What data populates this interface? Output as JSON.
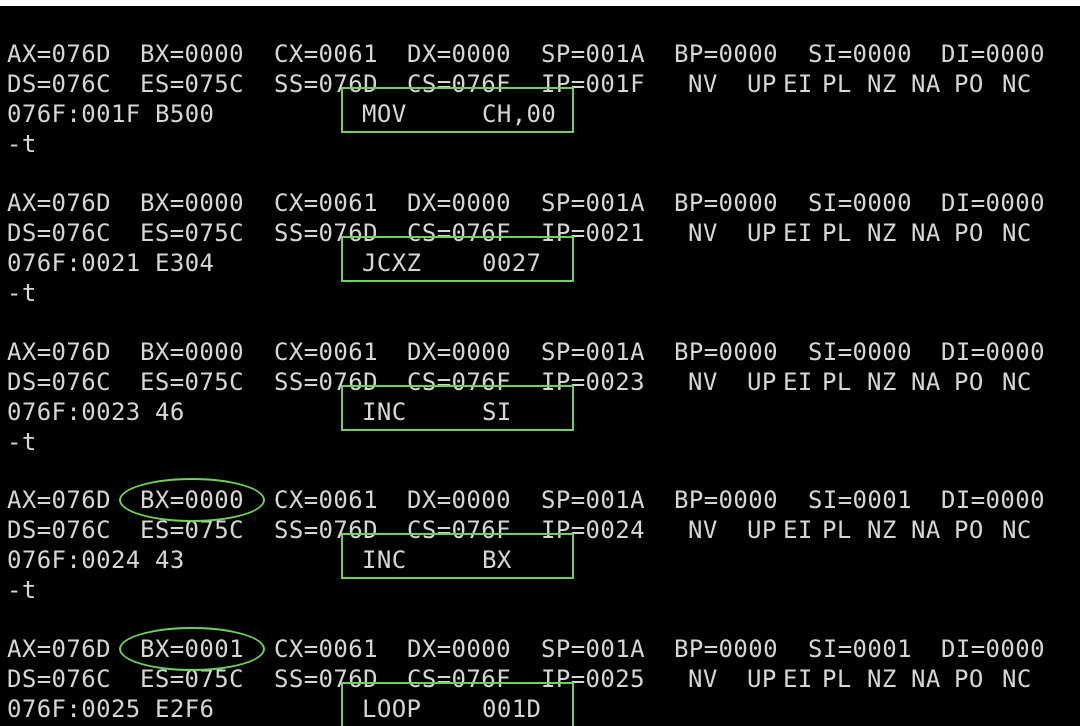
{
  "accent_color": "#6fd05a",
  "blocks": [
    {
      "regs": [
        "AX=076D",
        "BX=0000",
        "CX=0061",
        "DX=0000",
        "SP=001A",
        "BP=0000",
        "SI=0000",
        "DI=0000"
      ],
      "segs": [
        "DS=076C",
        "ES=075C",
        "SS=076D",
        "CS=076F",
        "IP=001F"
      ],
      "flags": [
        "NV",
        "UP",
        "EI",
        "PL",
        "NZ",
        "NA",
        "PO",
        "NC"
      ],
      "address": "076F:001F",
      "bytes": "B500",
      "opcode": "MOV",
      "operand": "CH,00",
      "command": "-t"
    },
    {
      "regs": [
        "AX=076D",
        "BX=0000",
        "CX=0061",
        "DX=0000",
        "SP=001A",
        "BP=0000",
        "SI=0000",
        "DI=0000"
      ],
      "segs": [
        "DS=076C",
        "ES=075C",
        "SS=076D",
        "CS=076F",
        "IP=0021"
      ],
      "flags": [
        "NV",
        "UP",
        "EI",
        "PL",
        "NZ",
        "NA",
        "PO",
        "NC"
      ],
      "address": "076F:0021",
      "bytes": "E304",
      "opcode": "JCXZ",
      "operand": "0027",
      "command": "-t"
    },
    {
      "regs": [
        "AX=076D",
        "BX=0000",
        "CX=0061",
        "DX=0000",
        "SP=001A",
        "BP=0000",
        "SI=0000",
        "DI=0000"
      ],
      "segs": [
        "DS=076C",
        "ES=075C",
        "SS=076D",
        "CS=076F",
        "IP=0023"
      ],
      "flags": [
        "NV",
        "UP",
        "EI",
        "PL",
        "NZ",
        "NA",
        "PO",
        "NC"
      ],
      "address": "076F:0023",
      "bytes": "46",
      "opcode": "INC",
      "operand": "SI",
      "command": "-t"
    },
    {
      "regs": [
        "AX=076D",
        "BX=0000",
        "CX=0061",
        "DX=0000",
        "SP=001A",
        "BP=0000",
        "SI=0001",
        "DI=0000"
      ],
      "segs": [
        "DS=076C",
        "ES=075C",
        "SS=076D",
        "CS=076F",
        "IP=0024"
      ],
      "flags": [
        "NV",
        "UP",
        "EI",
        "PL",
        "NZ",
        "NA",
        "PO",
        "NC"
      ],
      "address": "076F:0024",
      "bytes": "43",
      "opcode": "INC",
      "operand": "BX",
      "command": "-t"
    },
    {
      "regs": [
        "AX=076D",
        "BX=0001",
        "CX=0061",
        "DX=0000",
        "SP=001A",
        "BP=0000",
        "SI=0001",
        "DI=0000"
      ],
      "segs": [
        "DS=076C",
        "ES=075C",
        "SS=076D",
        "CS=076F",
        "IP=0025"
      ],
      "flags": [
        "NV",
        "UP",
        "EI",
        "PL",
        "NZ",
        "NA",
        "PO",
        "NC"
      ],
      "address": "076F:0025",
      "bytes": "E2F6",
      "opcode": "LOOP",
      "operand": "001D",
      "command": ""
    }
  ]
}
